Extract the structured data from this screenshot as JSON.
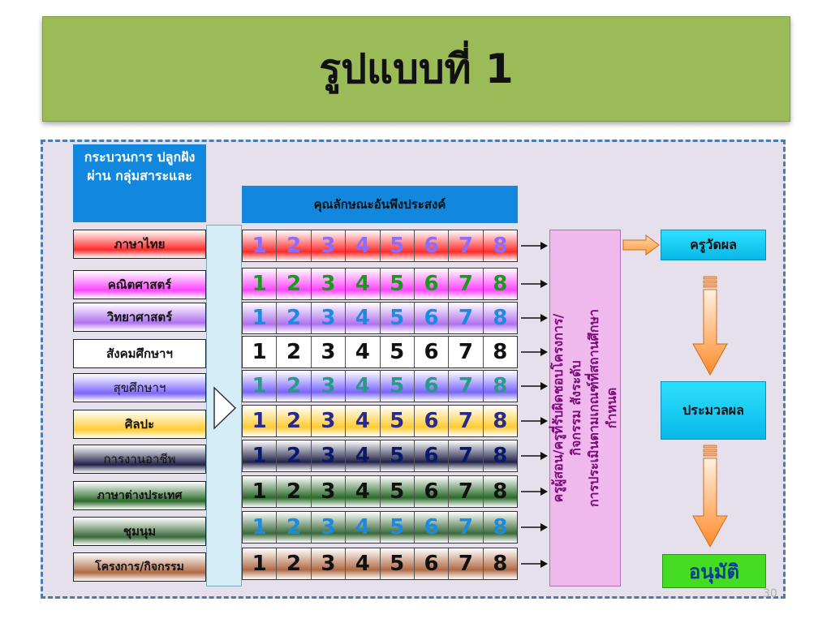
{
  "slide": {
    "title": "รูปแบบที่ 1",
    "page_number": "30"
  },
  "headers": {
    "process": "กระบวนการ ปลูกฝังผ่าน กลุ่มสาระและ",
    "attributes": "คุณลักษณะอันพึงประสงค์"
  },
  "subjects": [
    {
      "label": "ภาษาไทย",
      "bold": true,
      "bg": "linear-gradient(#ffffff, #ff2a2a 70%, #ffffff)",
      "digit_color": "#8a6cff"
    },
    {
      "label": "คณิตศาสตร์",
      "bold": true,
      "bg": "linear-gradient(#ffffff, #ff44ff 70%, #ffffff)",
      "digit_color": "#1a9a1a"
    },
    {
      "label": "วิทยาศาสตร์",
      "bold": true,
      "bg": "linear-gradient(#ffffff, #b072f0 70%, #ffffff)",
      "digit_color": "#1b8be0"
    },
    {
      "label": "สังคมศึกษาฯ",
      "bold": true,
      "bg": "linear-gradient(#ffffff, #ffffff)",
      "digit_color": "#111111"
    },
    {
      "label": "สุขศึกษาฯ",
      "bold": false,
      "bg": "linear-gradient(#ffffff, #7a66ff 70%, #ffffff)",
      "digit_color": "#2a9a88"
    },
    {
      "label": "ศิลปะ",
      "bold": true,
      "bg": "linear-gradient(#ffffff, #ffcc33 70%, #ffffff)",
      "digit_color": "#2a2a8a"
    },
    {
      "label": "การงานอาชีพ",
      "bold": false,
      "bg": "linear-gradient(#ffffff, #22224a 70%, #ffffff)",
      "digit_color": "#0a1a6a"
    },
    {
      "label": "ภาษาต่างประเทศ",
      "bold": true,
      "bg": "linear-gradient(#ffffff, #2a6a2a 70%, #ffffff)",
      "digit_color": "#111111"
    },
    {
      "label": "ชุมนุม",
      "bold": true,
      "bg": "linear-gradient(#ffffff, #3a6a3a 70%, #ffffff)",
      "digit_color": "#1b8be0"
    },
    {
      "label": "โครงการ/กิจกรรม",
      "bold": true,
      "bg": "linear-gradient(#ffffff, #b06a44 70%, #ffffff)",
      "digit_color": "#111111"
    }
  ],
  "digits": [
    "1",
    "2",
    "3",
    "4",
    "5",
    "6",
    "7",
    "8"
  ],
  "vertical_box": {
    "line1": "ครูผู้สอน/ครูที่รับผิดชอบโครงการ/",
    "line2": "กิจกรรม สังระดับ",
    "line3": "การประเมินตามเกณฑ์ที่สถานศึกษา",
    "line4": "กำหนด"
  },
  "flow": {
    "step1": "ครูวัดผล",
    "step2": "ประมวลผล",
    "step3": "อนุมัติ"
  }
}
